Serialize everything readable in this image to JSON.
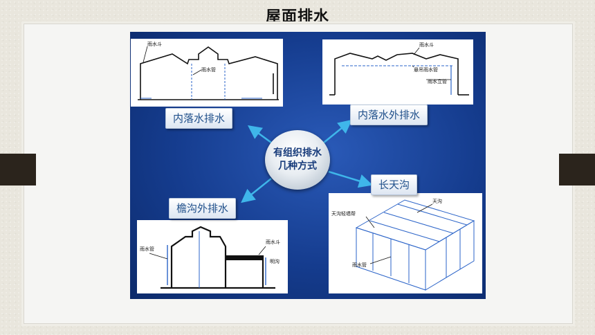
{
  "page": {
    "title": "屋面排水"
  },
  "hub": {
    "line1": "有组织排水",
    "line2": "几种方式"
  },
  "labels": {
    "inner_drain": "内落水排水",
    "inner_outer_drain": "内落水外排水",
    "eave_gutter": "檐沟外排水",
    "long_gutter": "长天沟"
  },
  "diagram_tl": {
    "rain_hopper": "雨水斗",
    "downpipe": "雨水管"
  },
  "diagram_tr": {
    "rain_hopper": "雨水斗",
    "hanging_pipe": "悬吊雨水管",
    "vertical_pipe": "雨水立管"
  },
  "diagram_bl": {
    "downpipe": "雨水管",
    "rain_hopper": "雨水斗",
    "gutter": "明沟"
  },
  "diagram_br": {
    "gutter": "天沟",
    "gutter_wall": "天沟轻墙帮",
    "downpipe": "雨水管"
  },
  "colors": {
    "panel": "#153c8e",
    "arrow": "#3fb6ea",
    "label_text": "#1f4f8a"
  }
}
